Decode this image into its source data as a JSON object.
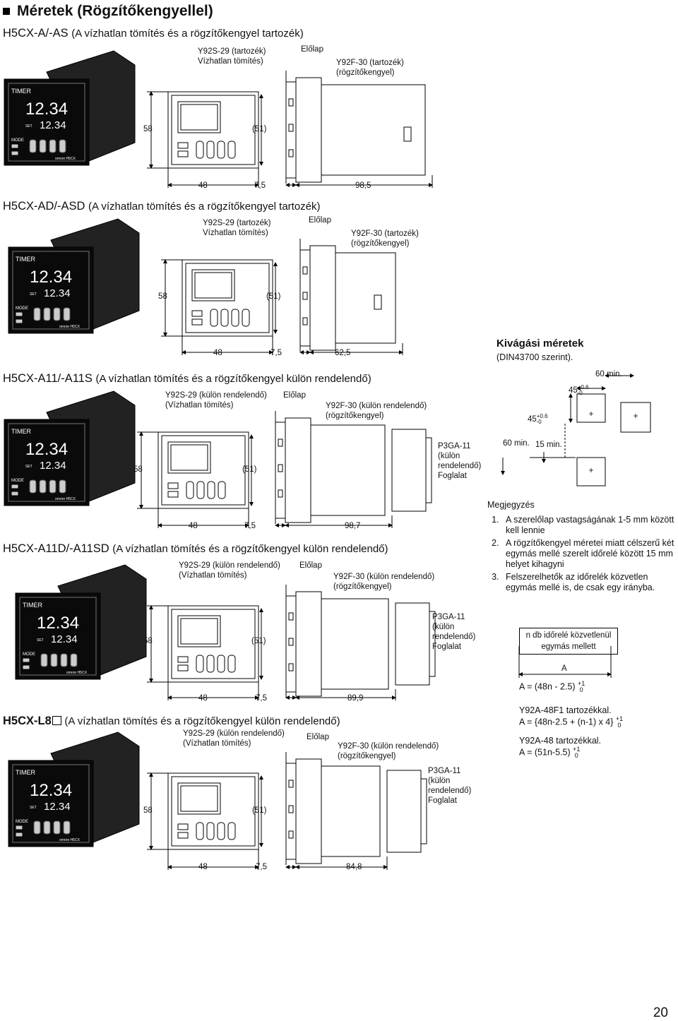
{
  "title": "Méretek (Rögzítőkengyellel)",
  "sections": [
    {
      "model": "H5CX-A/-AS",
      "sub": "(A vízhatlan tömítés és a rögzítőkengyel tartozék)",
      "gasket": [
        "Y92S-29 (tartozék)",
        "Vízhatlan tömítés)"
      ],
      "front": "Előlap",
      "bracket": [
        "Y92F-30 (tartozék)",
        "(rögzítőkengyel)"
      ],
      "h": "58",
      "inner": "(51)",
      "w": "48",
      "t": "7,5",
      "d": "98,5"
    },
    {
      "model": "H5CX-AD/-ASD",
      "sub": "(A vízhatlan tömítés és a rögzítőkengyel tartozék)",
      "gasket": [
        "Y92S-29 (tartozék)",
        "Vízhatlan tömítés)"
      ],
      "front": "Előlap",
      "bracket": [
        "Y92F-30 (tartozék)",
        "(rögzítőkengyel)"
      ],
      "h": "58",
      "inner": "(51)",
      "w": "48",
      "t": "7,5",
      "d": "62,5"
    },
    {
      "model": "H5CX-A11/-A11S",
      "sub": "(A vízhatlan tömítés és a rögzítőkengyel külön rendelendő)",
      "gasket": [
        "Y92S-29 (külön rendelendő)",
        "(Vízhatlan tömítés)"
      ],
      "front": "Előlap",
      "bracket": [
        "Y92F-30 (külön rendelendő)",
        "(rögzítőkengyel)"
      ],
      "socket": [
        "P3GA-11",
        "(külön",
        "rendelendő)",
        "Foglalat"
      ],
      "h": "58",
      "inner": "(51)",
      "w": "48",
      "t": "7,5",
      "d": "98,7"
    },
    {
      "model": "H5CX-A11D/-A11SD",
      "sub": "(A vízhatlan tömítés és a rögzítőkengyel külön rendelendő)",
      "gasket": [
        "Y92S-29 (külön rendelendő)",
        "(Vízhatlan tömítés)"
      ],
      "front": "Előlap",
      "bracket": [
        "Y92F-30 (külön rendelendő)",
        "(rögzítőkengyel)"
      ],
      "socket": [
        "P3GA-11",
        "(külön",
        "rendelendő)",
        "Foglalat"
      ],
      "h": "58",
      "inner": "(51)",
      "w": "48",
      "t": "7,5",
      "d": "89,9"
    },
    {
      "model": "H5CX-L8",
      "sub": "(A vízhatlan tömítés és a rögzítőkengyel külön rendelendő)",
      "gasket": [
        "Y92S-29 (külön rendelendő)",
        "(Vízhatlan tömítés)"
      ],
      "front": "Előlap",
      "bracket": [
        "Y92F-30 (külön rendelendő)",
        "(rögzítőkengyel)"
      ],
      "socket": [
        "P3GA-11",
        "(külön",
        "rendelendő)",
        "Foglalat"
      ],
      "h": "58",
      "inner": "(51)",
      "w": "48",
      "t": "7,5",
      "d": "84,8"
    }
  ],
  "device": {
    "brand": "TIMER",
    "display_main": "12.34",
    "display_sub": "12.34",
    "mode": "MODE",
    "set": "SET",
    "maker": "omron H5CX"
  },
  "cutout": {
    "title": "Kivágási méretek",
    "subtitle": "(DIN43700 szerint).",
    "min_h": "60 min.",
    "min_v": "60 min.",
    "gap": "15 min.",
    "dim_top": "45",
    "dim_top_tol": "+0.6 / -0",
    "dim_side": "45",
    "dim_side_tol": "+0.6 / -0"
  },
  "notes": {
    "heading": "Megjegyzés",
    "items": [
      "A szerelőlap vastagságának 1-5 mm között kell lennie",
      "A rögzítőkengyel méretei miatt célszerű két egymás mellé szerelt időrelé között 15 mm helyet kihagyni",
      "Felszerelhetők az időrelék közvetlen egymás mellé is, de csak egy irányba."
    ]
  },
  "ganged": {
    "box": "n db időrelé közvetlenül egymás mellett",
    "dim": "A",
    "f1": "A = (48n - 2.5)",
    "f1_tol": "+1 / 0",
    "f2_title": "Y92A-48F1 tartozékkal.",
    "f2": "A = {48n-2.5 + (n-1) x 4}",
    "f2_tol": "+1 / 0",
    "f3_title": "Y92A-48 tartozékkal.",
    "f3": "A = (51n-5.5)",
    "f3_tol": "+1 / 0"
  },
  "page_number": "20"
}
